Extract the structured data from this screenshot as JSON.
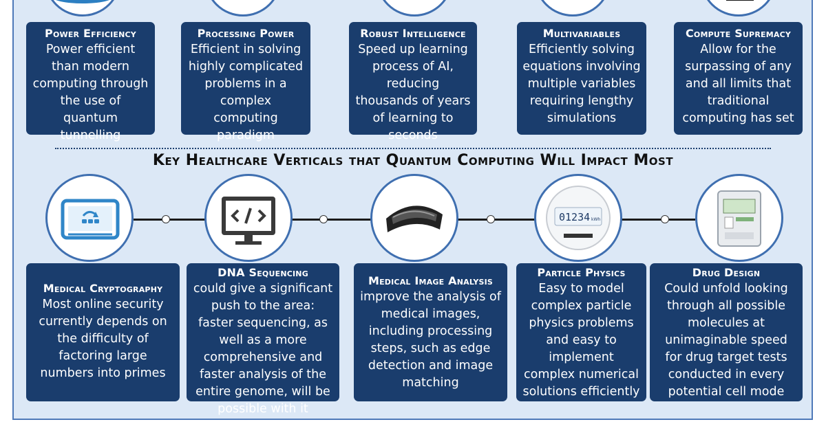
{
  "top_cards": [
    {
      "title": "Power Efficiency",
      "body": "Power efficient than modern computing through the use of quantum tunnelling"
    },
    {
      "title": "Processing Power",
      "body": "Efficient in solving highly complicated problems in a complex computing paradigm"
    },
    {
      "title": "Robust Intelligence",
      "body": "Speed up learning process of AI, reducing thousands of years of learning to seconds"
    },
    {
      "title": "Multivariables",
      "body": "Efficiently solving equations involving multiple variables requiring lengthy simulations"
    },
    {
      "title": "Compute Supremacy",
      "body": "Allow for the surpassing of any and all limits that traditional computing has set"
    }
  ],
  "section_title": "Key Healthcare Verticals that Quantum Computing Will Impact Most",
  "verticals": [
    {
      "title": "Medical Cryptography",
      "body": "Most online security currently depends on the difficulty of factoring large numbers into primes",
      "icon": "monitor-sync-icon"
    },
    {
      "title": "DNA Sequencing",
      "body": "could give a significant push to the area: faster sequencing, as well as a more comprehensive and faster analysis of the entire genome, will be possible with it",
      "icon": "code-monitor-icon"
    },
    {
      "title": "Medical Image Analysis",
      "body": "improve the analysis of medical images, including processing steps, such as edge detection and image matching",
      "icon": "vr-headset-icon"
    },
    {
      "title": "Particle Physics",
      "body": "Easy to model complex particle physics problems and easy to implement complex numerical solutions efficiently",
      "icon": "smart-meter-icon"
    },
    {
      "title": "Drug Design",
      "body": "Could unfold looking through all possible molecules at unimaginable speed for drug target tests conducted in every potential cell mode",
      "icon": "gas-meter-icon"
    }
  ],
  "meter_display": "01234",
  "meter_unit": "kWh"
}
